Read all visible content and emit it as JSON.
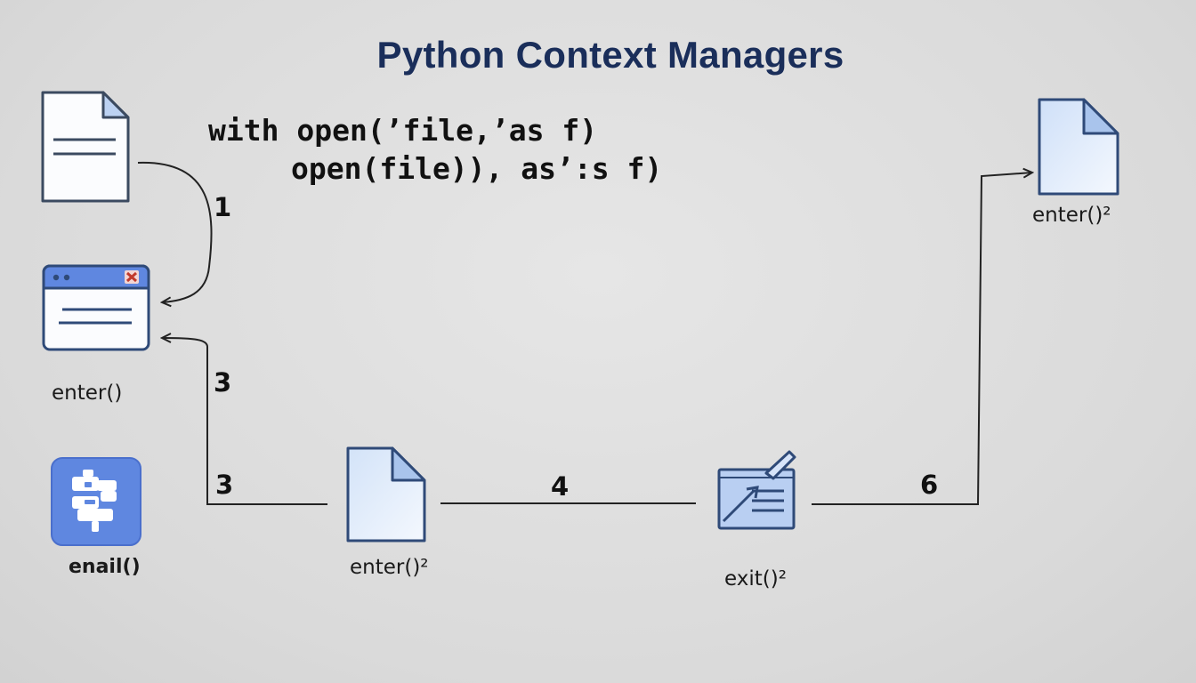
{
  "title": "Python Context Managers",
  "code": {
    "line1": "with open(’file,’as f)",
    "line2": "open(file)), as’:s f)"
  },
  "steps": {
    "s1": "1",
    "s3a": "3",
    "s3b": "3",
    "s4": "4",
    "s6": "6"
  },
  "labels": {
    "enter_left": "enter()",
    "enail": "enail()",
    "enter_mid": "enter()²",
    "exit_mid": "exit()²",
    "enter_right": "enter()²"
  },
  "icons": {
    "file_top_left": "document-icon",
    "window": "window-icon",
    "puzzle": "puzzle-icon",
    "file_mid": "document-icon",
    "edit": "edit-document-icon",
    "file_right": "document-icon"
  },
  "colors": {
    "title": "#1a2e5a",
    "icon_blue": "#5f87e0",
    "icon_stroke": "#2f4a78",
    "close": "#d9534f"
  }
}
